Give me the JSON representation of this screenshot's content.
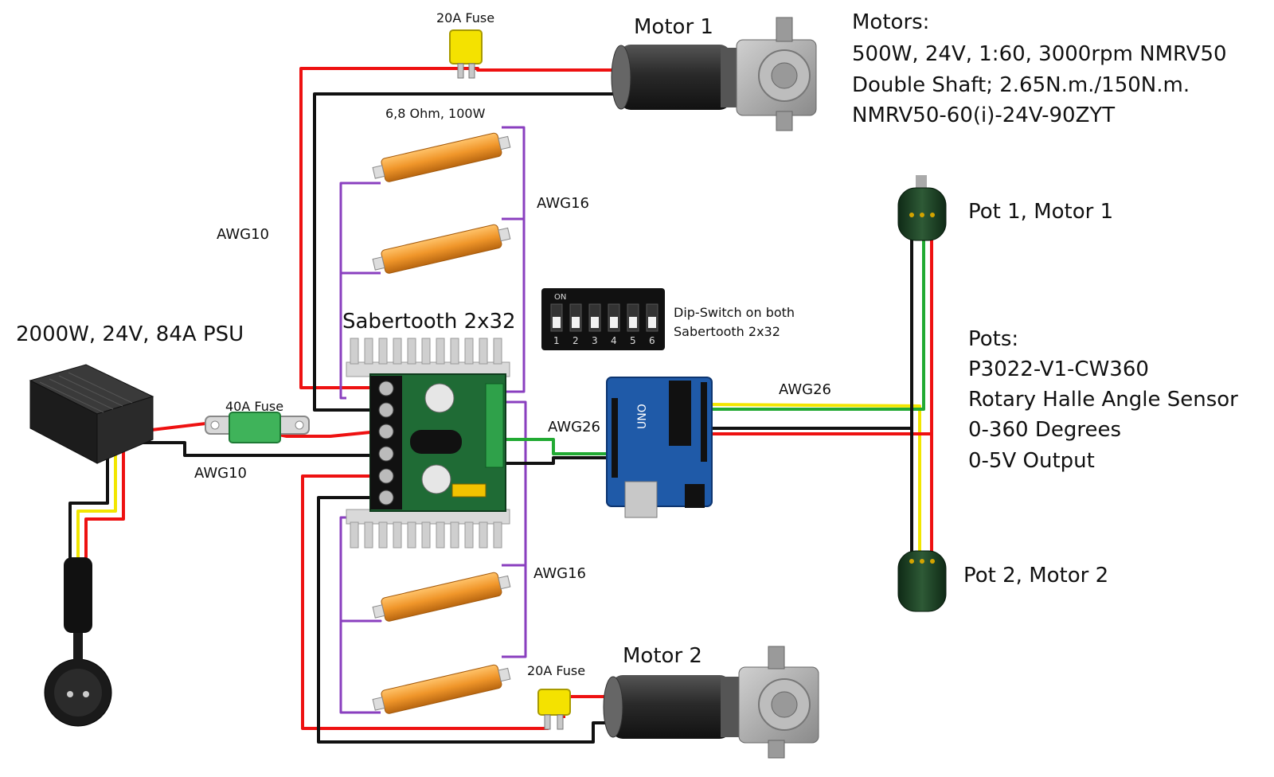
{
  "labels": {
    "fuse_top": "20A Fuse",
    "motor1": "Motor 1",
    "motors_title": "Motors:",
    "motors_line1": "500W, 24V, 1:60, 3000rpm NMRV50",
    "motors_line2": "Double Shaft; 2.65N.m./150N.m.",
    "motors_line3": "NMRV50-60(i)-24V-90ZYT",
    "resistor": "6,8 Ohm, 100W",
    "awg16_top": "AWG16",
    "awg10_top": "AWG10",
    "pot1": "Pot 1, Motor 1",
    "psu": "2000W, 24V, 84A PSU",
    "sabertooth": "Sabertooth 2x32",
    "dip_line1": "Dip-Switch on both",
    "dip_line2": "Sabertooth 2x32",
    "fuse_40": "40A Fuse",
    "awg26_left": "AWG26",
    "awg26_right": "AWG26",
    "pots_title": "Pots:",
    "pots_line1": "P3022-V1-CW360",
    "pots_line2": "Rotary Halle Angle Sensor",
    "pots_line3": "0-360 Degrees",
    "pots_line4": "0-5V Output",
    "awg10_bottom": "AWG10",
    "awg16_bottom": "AWG16",
    "pot2": "Pot 2, Motor 2",
    "motor2": "Motor 2",
    "fuse_bottom": "20A Fuse"
  },
  "dip_numbers": [
    "1",
    "2",
    "3",
    "4",
    "5",
    "6"
  ],
  "dip_on_label": "ON",
  "arduino_label": "UNO",
  "colors": {
    "wire_red": "#ee1111",
    "wire_black": "#111111",
    "wire_purple": "#8a3fbf",
    "wire_green": "#22aa33",
    "wire_yellow": "#f2e600",
    "resistor": "#f0962a",
    "heatsink": "#d9d9d9",
    "pcb_green": "#1f6b35",
    "arduino_blue": "#1f5aa8",
    "fuse_yellow": "#f4e200",
    "fuse_green": "#3fb35a",
    "motor_dark": "#2b2b2b",
    "gearbox": "#a8a8a8"
  }
}
